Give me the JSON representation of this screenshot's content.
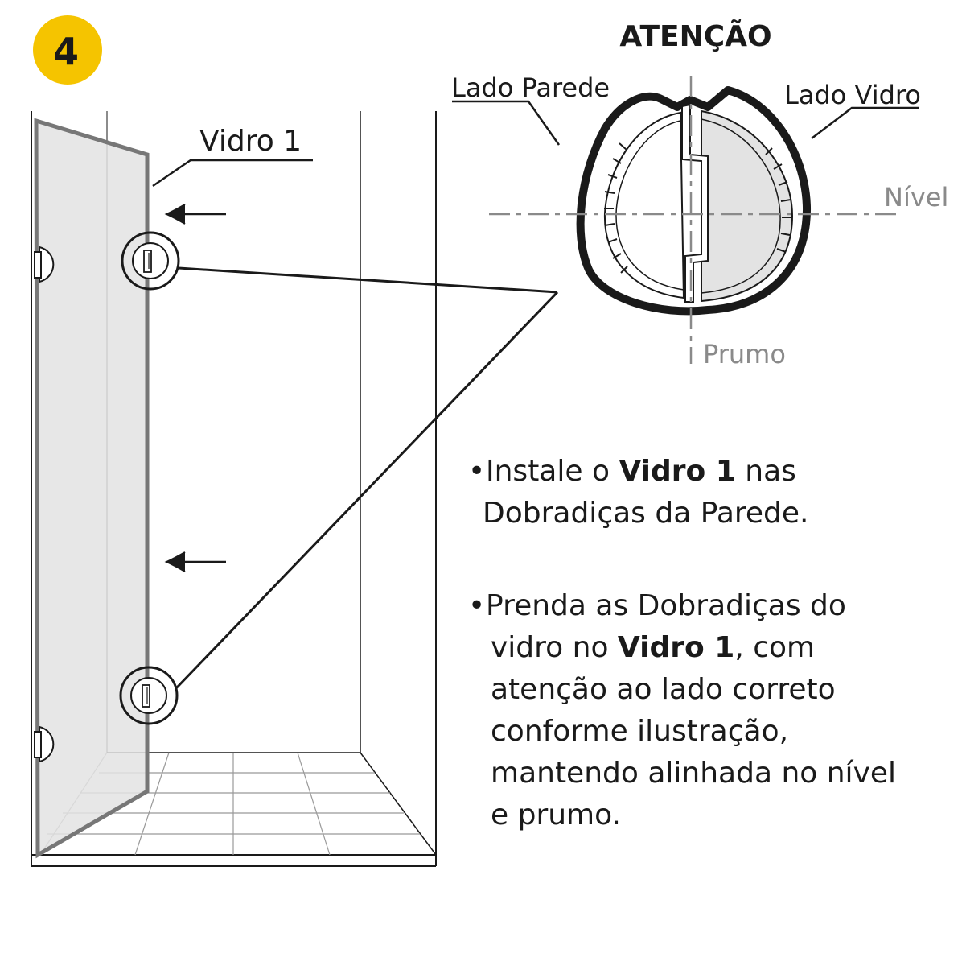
{
  "step": {
    "number": "4",
    "badge_color": "#F5C400"
  },
  "attention": {
    "title": "ATENÇÃO",
    "lado_parede": "Lado Parede",
    "lado_vidro": "Lado Vidro",
    "nivel": "Nível",
    "prumo": "Prumo"
  },
  "glass_label": "Vidro 1",
  "instructions": {
    "bullet": "•",
    "item1": {
      "line1_before": "Instale o ",
      "line1_bold": "Vidro 1",
      "line1_after": " nas",
      "line2": "Dobradiças da Parede."
    },
    "item2": {
      "line1": "Prenda as Dobradiças do",
      "line2_before": "vidro no ",
      "line2_bold": "Vidro 1",
      "line2_after": ", com",
      "line3": "atenção ao lado correto",
      "line4": "conforme ilustração,",
      "line5": "mantendo alinhada no nível",
      "line6": "e prumo."
    }
  },
  "colors": {
    "glass_fill": "#E3E3E3",
    "glass_edge": "#777777",
    "line": "#1a1a1a",
    "guide": "#8a8a8a"
  }
}
